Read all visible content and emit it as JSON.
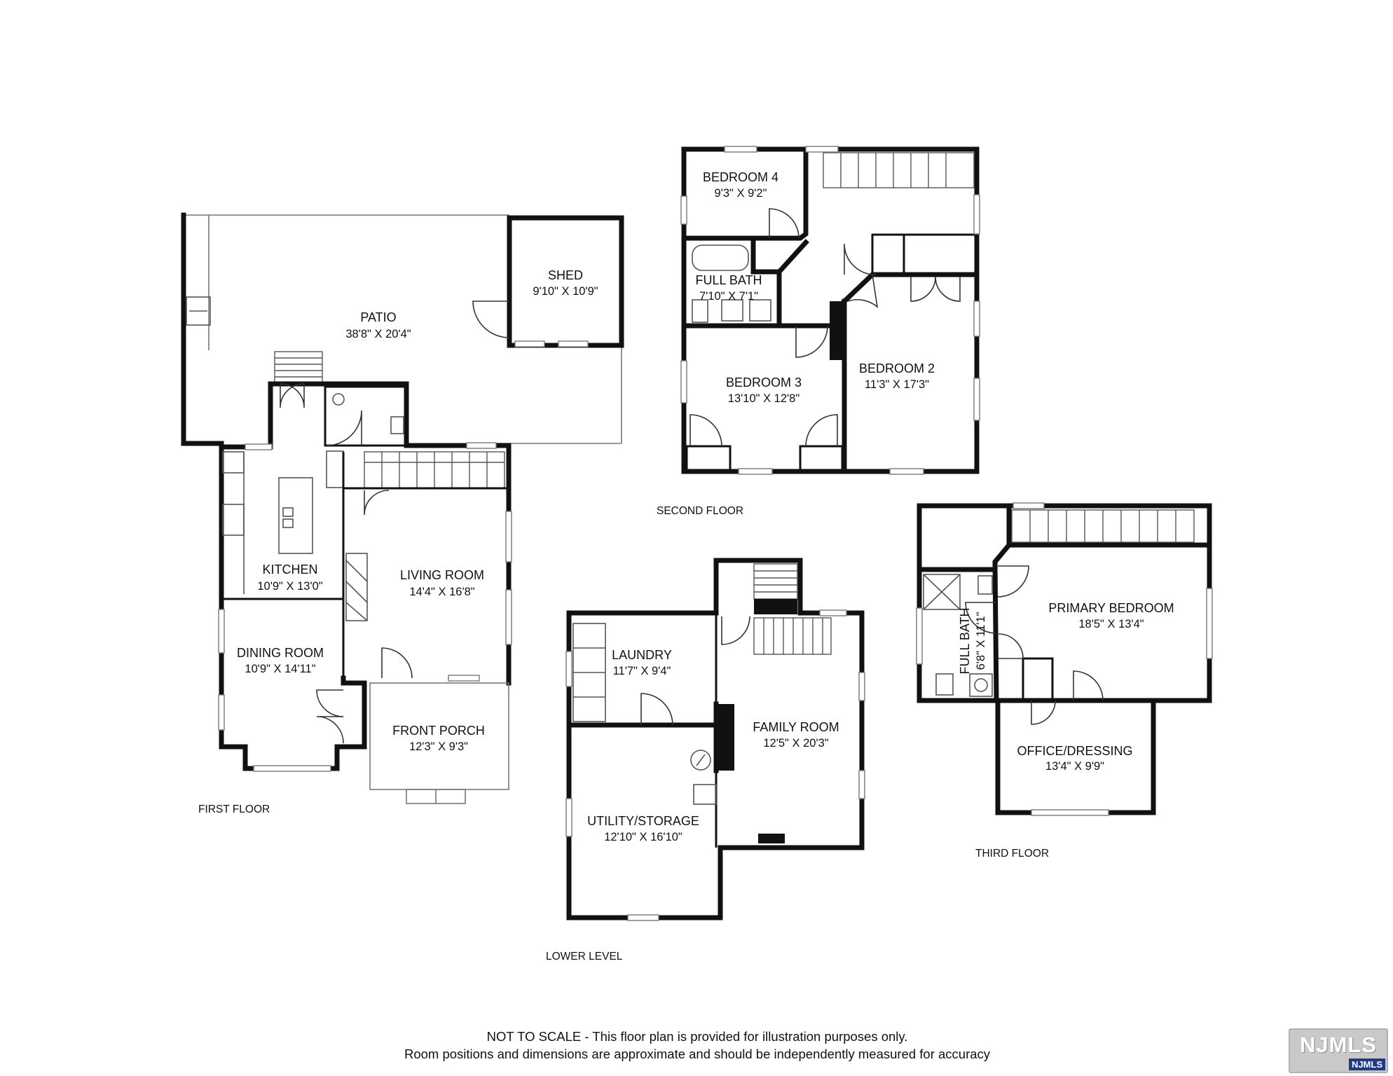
{
  "rooms": {
    "patio": {
      "name": "PATIO",
      "dims": "38'8\" X 20'4\""
    },
    "shed": {
      "name": "SHED",
      "dims": "9'10\" X 10'9\""
    },
    "kitchen": {
      "name": "KITCHEN",
      "dims": "10'9\" X 13'0\""
    },
    "living_room": {
      "name": "LIVING ROOM",
      "dims": "14'4\" X 16'8\""
    },
    "dining_room": {
      "name": "DINING ROOM",
      "dims": "10'9\" X 14'11\""
    },
    "front_porch": {
      "name": "FRONT PORCH",
      "dims": "12'3\" X 9'3\""
    },
    "bedroom_4": {
      "name": "BEDROOM 4",
      "dims": "9'3\" X 9'2\""
    },
    "full_bath_2": {
      "name": "FULL BATH",
      "dims": "7'10\" X 7'1\""
    },
    "bedroom_3": {
      "name": "BEDROOM 3",
      "dims": "13'10\" X 12'8\""
    },
    "bedroom_2": {
      "name": "BEDROOM 2",
      "dims": "11'3\" X 17'3\""
    },
    "laundry": {
      "name": "LAUNDRY",
      "dims": "11'7\" X 9'4\""
    },
    "family_room": {
      "name": "FAMILY ROOM",
      "dims": "12'5\" X 20'3\""
    },
    "utility_storage": {
      "name": "UTILITY/STORAGE",
      "dims": "12'10\" X 16'10\""
    },
    "primary_bedroom": {
      "name": "PRIMARY BEDROOM",
      "dims": "18'5\" X 13'4\""
    },
    "full_bath_3": {
      "name": "FULL BATH",
      "dims": "6'8\" X 11'1\""
    },
    "office_dressing": {
      "name": "OFFICE/DRESSING",
      "dims": "13'4\" X 9'9\""
    }
  },
  "floors": {
    "first": "FIRST FLOOR",
    "second": "SECOND FLOOR",
    "lower": "LOWER LEVEL",
    "third": "THIRD FLOOR"
  },
  "disclaimer": {
    "line1": "NOT TO SCALE - This floor plan is provided for illustration purposes only.",
    "line2": "Room positions and dimensions are approximate and should be independently measured for accuracy"
  },
  "logo": {
    "text": "NJMLS",
    "badge": "NJMLS"
  }
}
